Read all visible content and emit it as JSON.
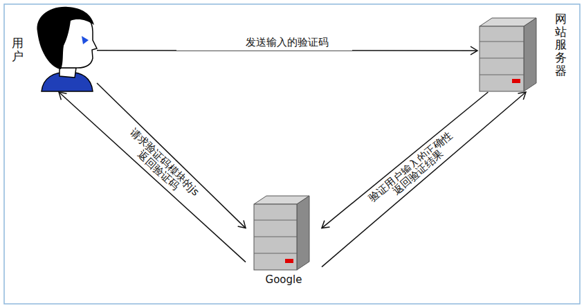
{
  "diagram": {
    "nodes": [
      {
        "text": [
          "用户"
        ]
      },
      {
        "text": [
          "网站服务器"
        ]
      },
      {
        "text": [
          "Google"
        ]
      }
    ],
    "edges": [
      {
        "from": 0,
        "to": 1,
        "label": "发送输入的验证码",
        "arrow": "to"
      },
      {
        "from": 0,
        "to": 2,
        "label": "请求验证码模块的js",
        "arrow": "to"
      },
      {
        "from": 2,
        "to": 0,
        "label": "返回验证码",
        "arrow": "to"
      },
      {
        "from": 1,
        "to": 2,
        "label": "验证用户输入的正确性",
        "arrow": "to"
      },
      {
        "from": 2,
        "to": 1,
        "label": "返回验证结果",
        "arrow": "to"
      }
    ]
  }
}
